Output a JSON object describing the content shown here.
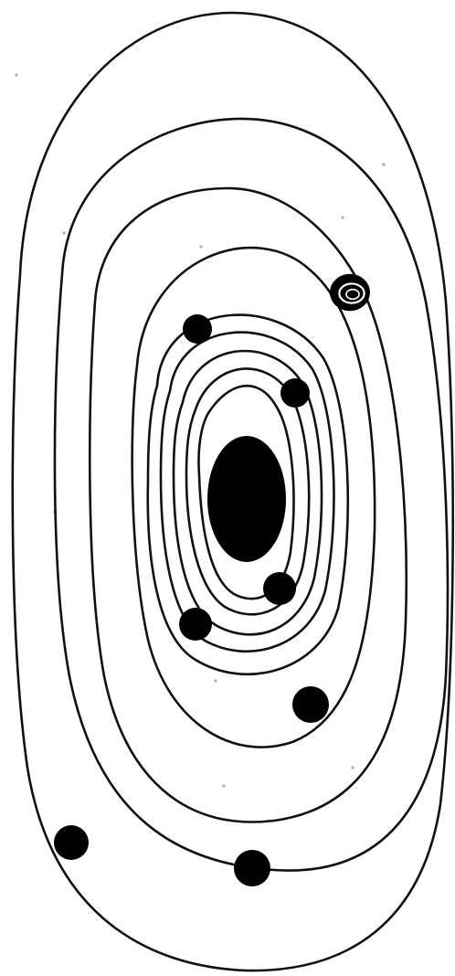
{
  "diagram": {
    "type": "orbit-diagram",
    "line_color": "#111111",
    "background_color": "#ffffff",
    "central_body": {
      "icon": "sun-disc",
      "color": "#000000"
    },
    "orbit_count": 9,
    "planets": [
      {
        "icon": "planet-dot",
        "orbit": 1,
        "color": "#000000"
      },
      {
        "icon": "planet-dot",
        "orbit": 2,
        "color": "#000000"
      },
      {
        "icon": "planet-dot",
        "orbit": 3,
        "color": "#000000"
      },
      {
        "icon": "planet-dot",
        "orbit": 4,
        "color": "#000000"
      },
      {
        "icon": "planet-dot",
        "orbit": 6,
        "color": "#000000"
      },
      {
        "icon": "ringed-planet",
        "orbit": 7,
        "color": "#000000"
      },
      {
        "icon": "planet-dot",
        "orbit": 8,
        "color": "#000000"
      },
      {
        "icon": "planet-dot",
        "orbit": 9,
        "color": "#000000"
      }
    ]
  }
}
